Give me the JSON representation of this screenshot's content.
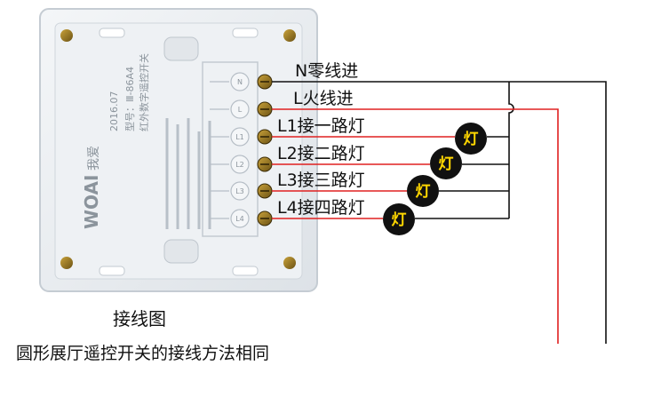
{
  "diagram": {
    "terminals": [
      {
        "id": "N",
        "label": "N零线进",
        "wire_color": "#111111"
      },
      {
        "id": "L",
        "label": "L火线进",
        "wire_color": "#e02020"
      },
      {
        "id": "L1",
        "label": "L1接一路灯",
        "wire_color": "#e02020"
      },
      {
        "id": "L2",
        "label": "L2接二路灯",
        "wire_color": "#e02020"
      },
      {
        "id": "L3",
        "label": "L3接三路灯",
        "wire_color": "#e02020"
      },
      {
        "id": "L4",
        "label": "L4接四路灯",
        "wire_color": "#e02020"
      }
    ],
    "lamps": [
      {
        "label": "灯"
      },
      {
        "label": "灯"
      },
      {
        "label": "灯"
      },
      {
        "label": "灯"
      }
    ],
    "device": {
      "brand": "WOAI",
      "brand_cn": "我爱",
      "date": "2016.07",
      "model": "型号：Ⅲ-86A4",
      "name": "红外数字遥控开关",
      "terminal_markers": [
        "N",
        "L",
        "L1",
        "L2",
        "L3",
        "L4"
      ]
    },
    "colors": {
      "neutral_wire": "#111111",
      "live_wire": "#e02020",
      "lamp_fill": "#111111",
      "lamp_text": "#ffd700",
      "device_body": "#e9edf1"
    }
  },
  "captions": {
    "title": "接线图",
    "note": "圆形展厅遥控开关的接线方法相同"
  }
}
